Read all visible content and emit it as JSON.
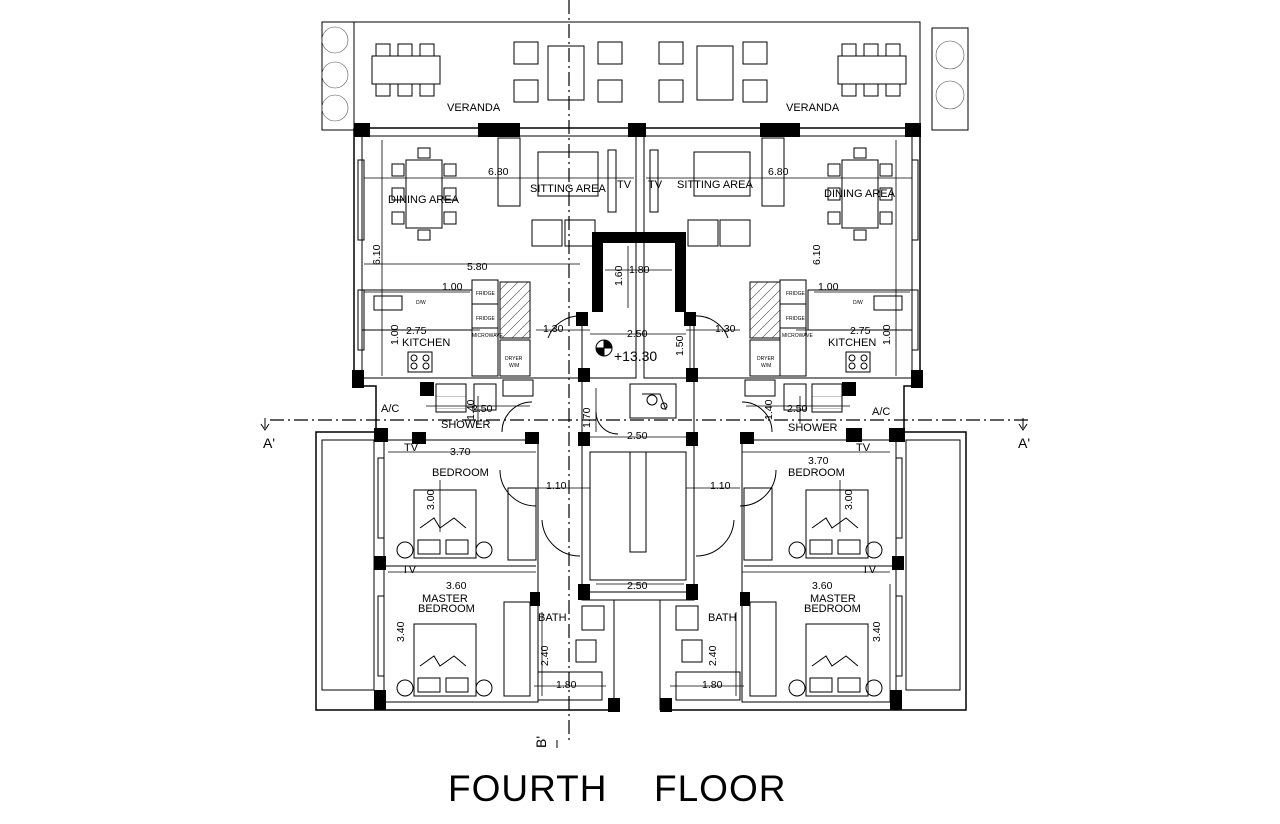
{
  "drawing": {
    "title_word1": "FOURTH",
    "title_word2": "FLOOR",
    "level": "+13.30",
    "section_a_left": "A'",
    "section_a_right": "A'",
    "section_b": "B'"
  },
  "rooms": {
    "veranda": "VERANDA",
    "dining": "DINING  AREA",
    "sitting": "SITTING AREA",
    "kitchen": "KITCHEN",
    "shower": "SHOWER",
    "ac": "A/C",
    "bedroom": "BEDROOM",
    "master_1": "MASTER",
    "master_2": "BEDROOM",
    "bath": "BATH",
    "tv": "TV"
  },
  "fixtures": {
    "fridge": "FRIDGE",
    "microwave": "MICROWAVE",
    "dryer": "DRYER",
    "wm": "W/M",
    "dw": "D/W"
  },
  "dimensions": {
    "d680": "6.80",
    "d610": "6.10",
    "d580": "5.80",
    "d100": "1.00",
    "d275": "2.75",
    "d130": "1.30",
    "d180": "1.80",
    "d160": "1.60",
    "d250": "2.50",
    "d150": "1.50",
    "d140": "1.40",
    "d170": "1.70",
    "d370": "3.70",
    "d300": "3.00",
    "d110": "1.10",
    "d360": "3.60",
    "d340": "3.40",
    "d240": "2.40"
  }
}
